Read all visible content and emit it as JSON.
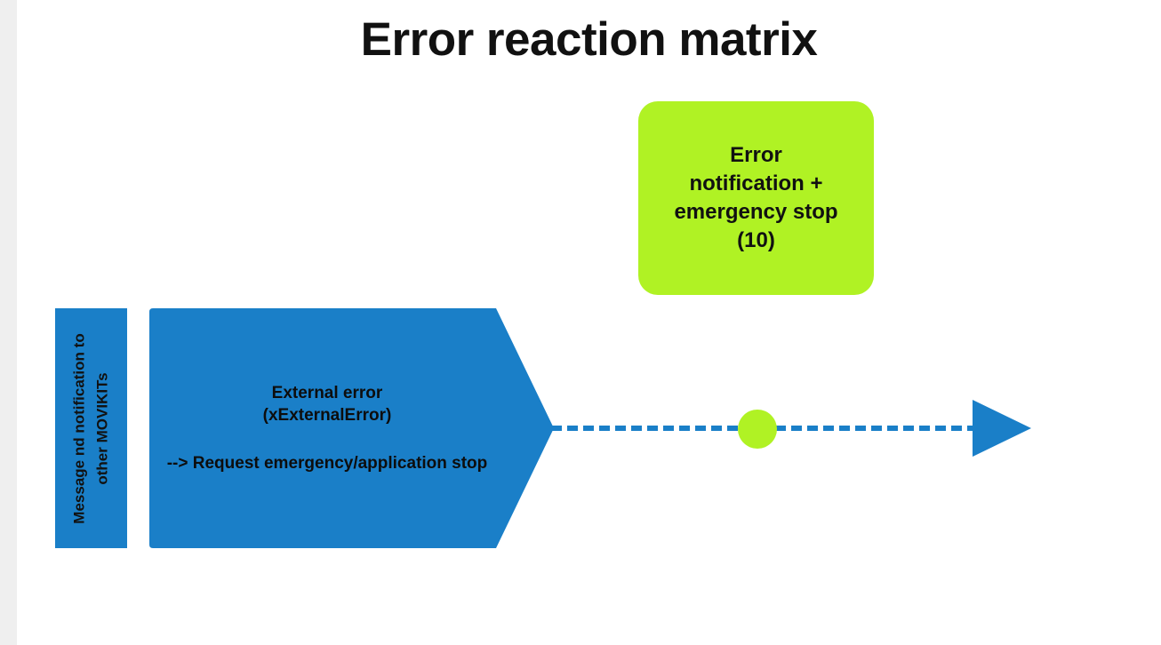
{
  "slide": {
    "title": "Error reaction matrix",
    "background_color": "#ffffff",
    "gutter_color": "#efefef",
    "accent_blue": "#1a7fc8",
    "accent_green": "#b0f224",
    "text_color": "#111111"
  },
  "green_box": {
    "label": "Error notification + emergency stop (10)",
    "lines": [
      "Error",
      "notification +",
      "emergency stop",
      "(10)"
    ],
    "fill": "#b0f224",
    "code": "(10)"
  },
  "side_bar": {
    "label": "Message nd notification to other MOVIKITs",
    "lines": [
      "Message nd notification to",
      "other MOVIKITs"
    ],
    "fill": "#1a7fc8"
  },
  "pentagon": {
    "title_lines": [
      "External error",
      "(xExternalError)"
    ],
    "action_line": "--> Request emergency/application stop",
    "fill": "#1a7fc8"
  },
  "connector": {
    "style": "dashed",
    "color": "#1a7fc8",
    "node_color": "#b0f224",
    "arrowhead_color": "#1a7fc8"
  }
}
